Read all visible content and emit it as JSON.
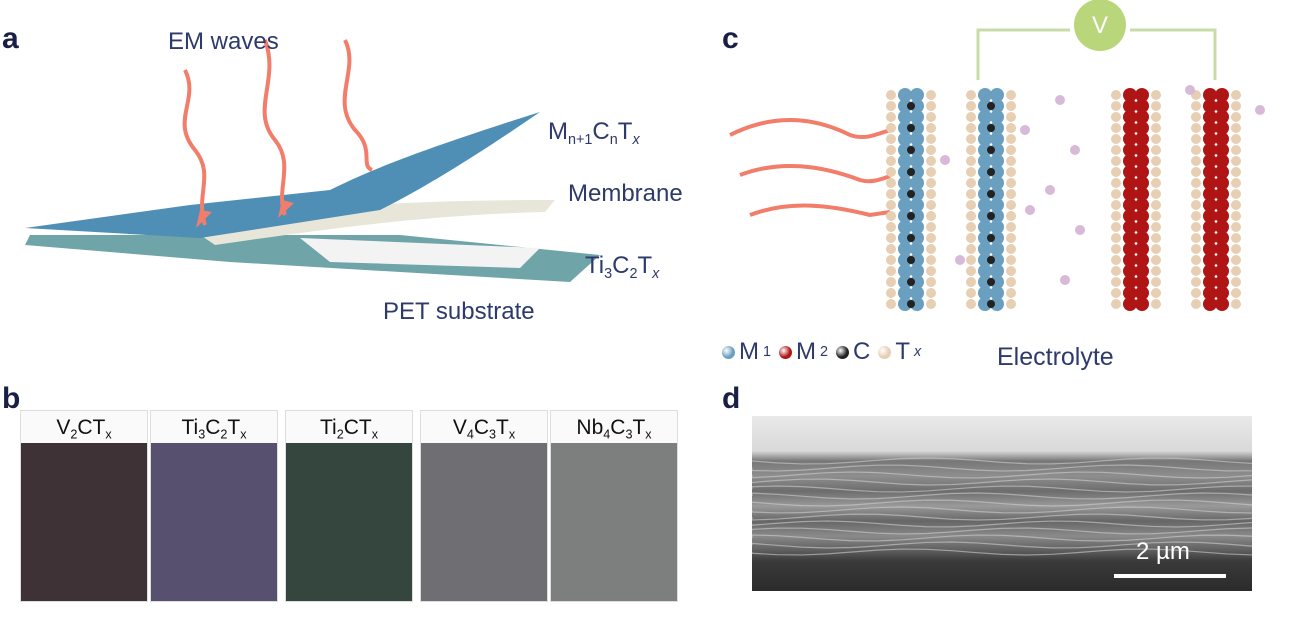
{
  "panels": {
    "a": "a",
    "b": "b",
    "c": "c",
    "d": "d"
  },
  "panel_a": {
    "em_waves": "EM waves",
    "mxene": {
      "M": "M",
      "n1": "n+1",
      "C": "C",
      "n": "n",
      "T": "T",
      "x": "x"
    },
    "membrane": "Membrane",
    "ti3c2": {
      "Ti": "Ti",
      "3": "3",
      "C": "C",
      "2": "2",
      "T": "T",
      "x": "x"
    },
    "pet": "PET substrate"
  },
  "panel_b": {
    "films": [
      {
        "parts": [
          "V",
          "2",
          "CT",
          "x"
        ],
        "color": "#3f3237"
      },
      {
        "parts": [
          "Ti",
          "3",
          "C",
          "2",
          "T",
          "x"
        ],
        "color": "#57506f"
      },
      {
        "parts": [
          "Ti",
          "2",
          "CT",
          "x"
        ],
        "color": "#34463d"
      },
      {
        "parts": [
          "V",
          "4",
          "C",
          "3",
          "T",
          "x"
        ],
        "color": "#6f6e72"
      },
      {
        "parts": [
          "Nb",
          "4",
          "C",
          "3",
          "T",
          "x"
        ],
        "color": "#7d7e7e"
      }
    ]
  },
  "panel_c": {
    "voltmeter": "V",
    "legend": [
      {
        "name": "M",
        "sub": "1",
        "color": "#6a9fc0"
      },
      {
        "name": "M",
        "sub": "2",
        "color": "#b01515"
      },
      {
        "name": "C",
        "sub": "",
        "color": "#222222"
      },
      {
        "name": "T",
        "sub": "x",
        "color": "#e6cfb2"
      }
    ],
    "electrolyte": "Electrolyte"
  },
  "panel_d": {
    "scale_bar": "2 µm"
  },
  "colors": {
    "wave": "#f27d6a",
    "blue_sheet": "#4f8fb5",
    "text": "#2d3a6b"
  }
}
